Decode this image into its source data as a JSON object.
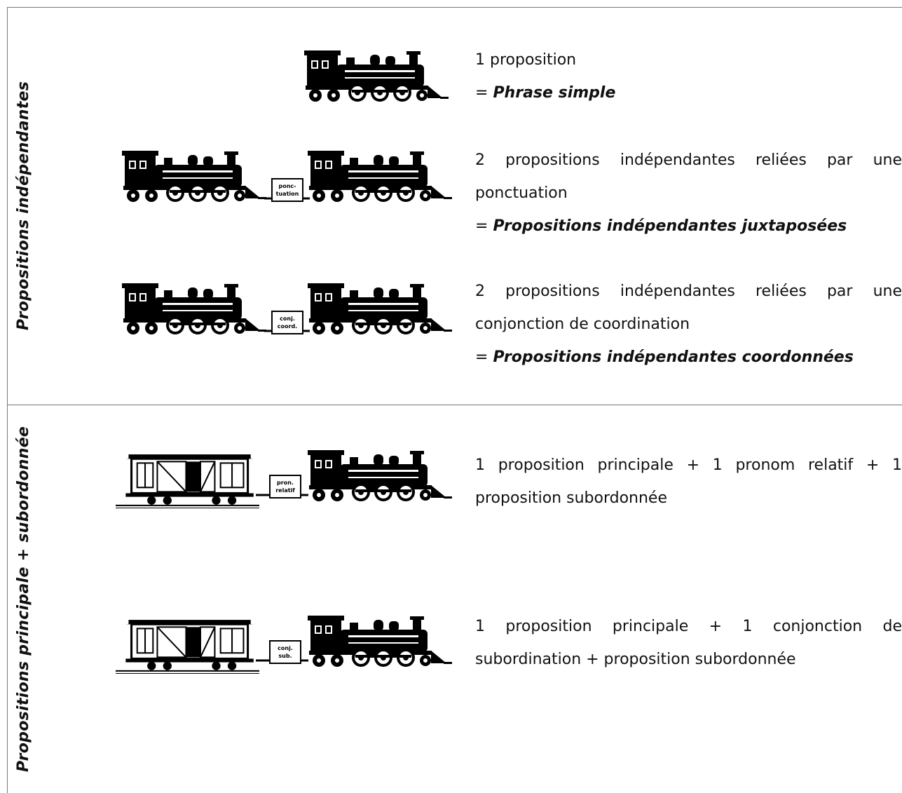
{
  "sections": [
    {
      "label": "Propositions indépendantes"
    },
    {
      "label": "Propositions principale + subordonnée"
    }
  ],
  "rows": [
    {
      "line1": "1 proposition",
      "line2": "",
      "result_prefix": "= ",
      "result": "Phrase simple"
    },
    {
      "line1": "2 propositions indépendantes reliées par une",
      "line2": "ponctuation",
      "result_prefix": "= ",
      "result": "Propositions indépendantes juxtaposées",
      "connector": [
        "ponc-",
        "tuation"
      ]
    },
    {
      "line1": "2 propositions indépendantes reliées par une",
      "line2": "conjonction de coordination",
      "result_prefix": "= ",
      "result": "Propositions indépendantes coordonnées",
      "connector": [
        "conj.",
        "coord."
      ]
    },
    {
      "line1": "1 proposition principale + 1 pronom relatif + 1",
      "line2": "proposition subordonnée",
      "connector": [
        "pron.",
        "relatif"
      ]
    },
    {
      "line1": "1 proposition principale + 1 conjonction de",
      "line2": "subordination + proposition subordonnée",
      "connector": [
        "conj.",
        "sub."
      ]
    }
  ]
}
